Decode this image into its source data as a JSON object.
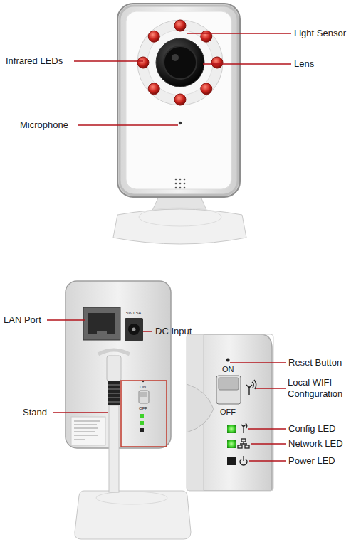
{
  "diagram": {
    "labels": [
      "Light Sensor",
      "Infrared LEDs",
      "Lens",
      "Microphone",
      "LAN Port",
      "DC Input",
      "Stand",
      "Reset Button",
      "Local WIFI Configuration",
      "Config LED",
      "Network LED",
      "Power LED",
      "5V-1.5A",
      "ON",
      "OFF",
      "ON",
      "OFF"
    ]
  }
}
